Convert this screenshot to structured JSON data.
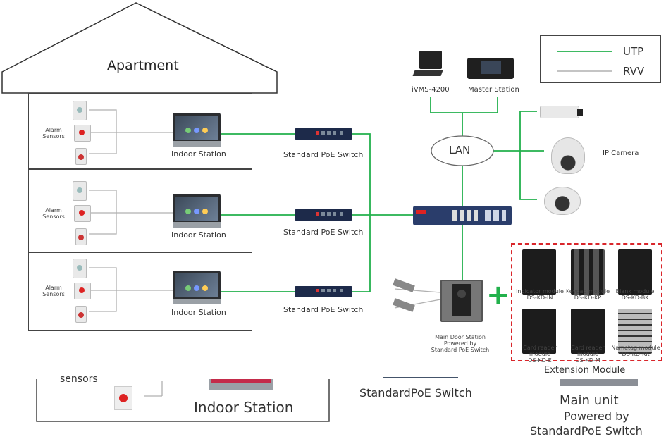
{
  "legend": {
    "utp": "UTP",
    "rvv": "RVV",
    "utp_color": "#22b14c",
    "rvv_color": "#b0b0b0"
  },
  "building": {
    "title": "Apartment",
    "floors": [
      {
        "sensors_label": "Alarm Sensors",
        "station_label": "Indoor Station",
        "switch_label": "Standard PoE Switch"
      },
      {
        "sensors_label": "Alarm Sensors",
        "station_label": "Indoor Station",
        "switch_label": "Standard PoE Switch"
      },
      {
        "sensors_label": "Alarm Sensors",
        "station_label": "Indoor Station",
        "switch_label": "Standard PoE Switch"
      }
    ]
  },
  "top_devices": {
    "ivms": "iVMS-4200",
    "master": "Master Station"
  },
  "network": {
    "lan": "LAN"
  },
  "ip_camera": "IP Camera",
  "door_station": {
    "line1": "Main Door Station",
    "line2": "Powered by",
    "line3": "Standard PoE Switch"
  },
  "plus": "+",
  "extension": {
    "title": "Extension Module",
    "modules": [
      {
        "name": "Indicator module",
        "code": "DS-KD-IN"
      },
      {
        "name": "Keypad module",
        "code": "DS-KD-KP"
      },
      {
        "name": "Blank module",
        "code": "DS-KD-BK"
      },
      {
        "name": "Card reader module",
        "code": "DS-KD-E"
      },
      {
        "name": "Card reader module",
        "code": "DS-KD-M"
      },
      {
        "name": "Nametag module",
        "code": "DS-KD-KK"
      }
    ]
  },
  "bottom": {
    "sensors": "sensors",
    "indoor_station": "Indoor Station",
    "switch": "StandardPoE Switch",
    "main_unit": "Main unit",
    "powered_by": "Powered by",
    "switch2": "StandardPoE Switch"
  },
  "colors": {
    "utp": "#22b14c",
    "rvv": "#b0b0b0",
    "extension_border": "#d9262b"
  },
  "icons": [
    "monitor-icon",
    "master-station-icon",
    "bullet-camera-icon",
    "dome-camera-icon",
    "sensor-icon",
    "poe-switch-icon"
  ]
}
